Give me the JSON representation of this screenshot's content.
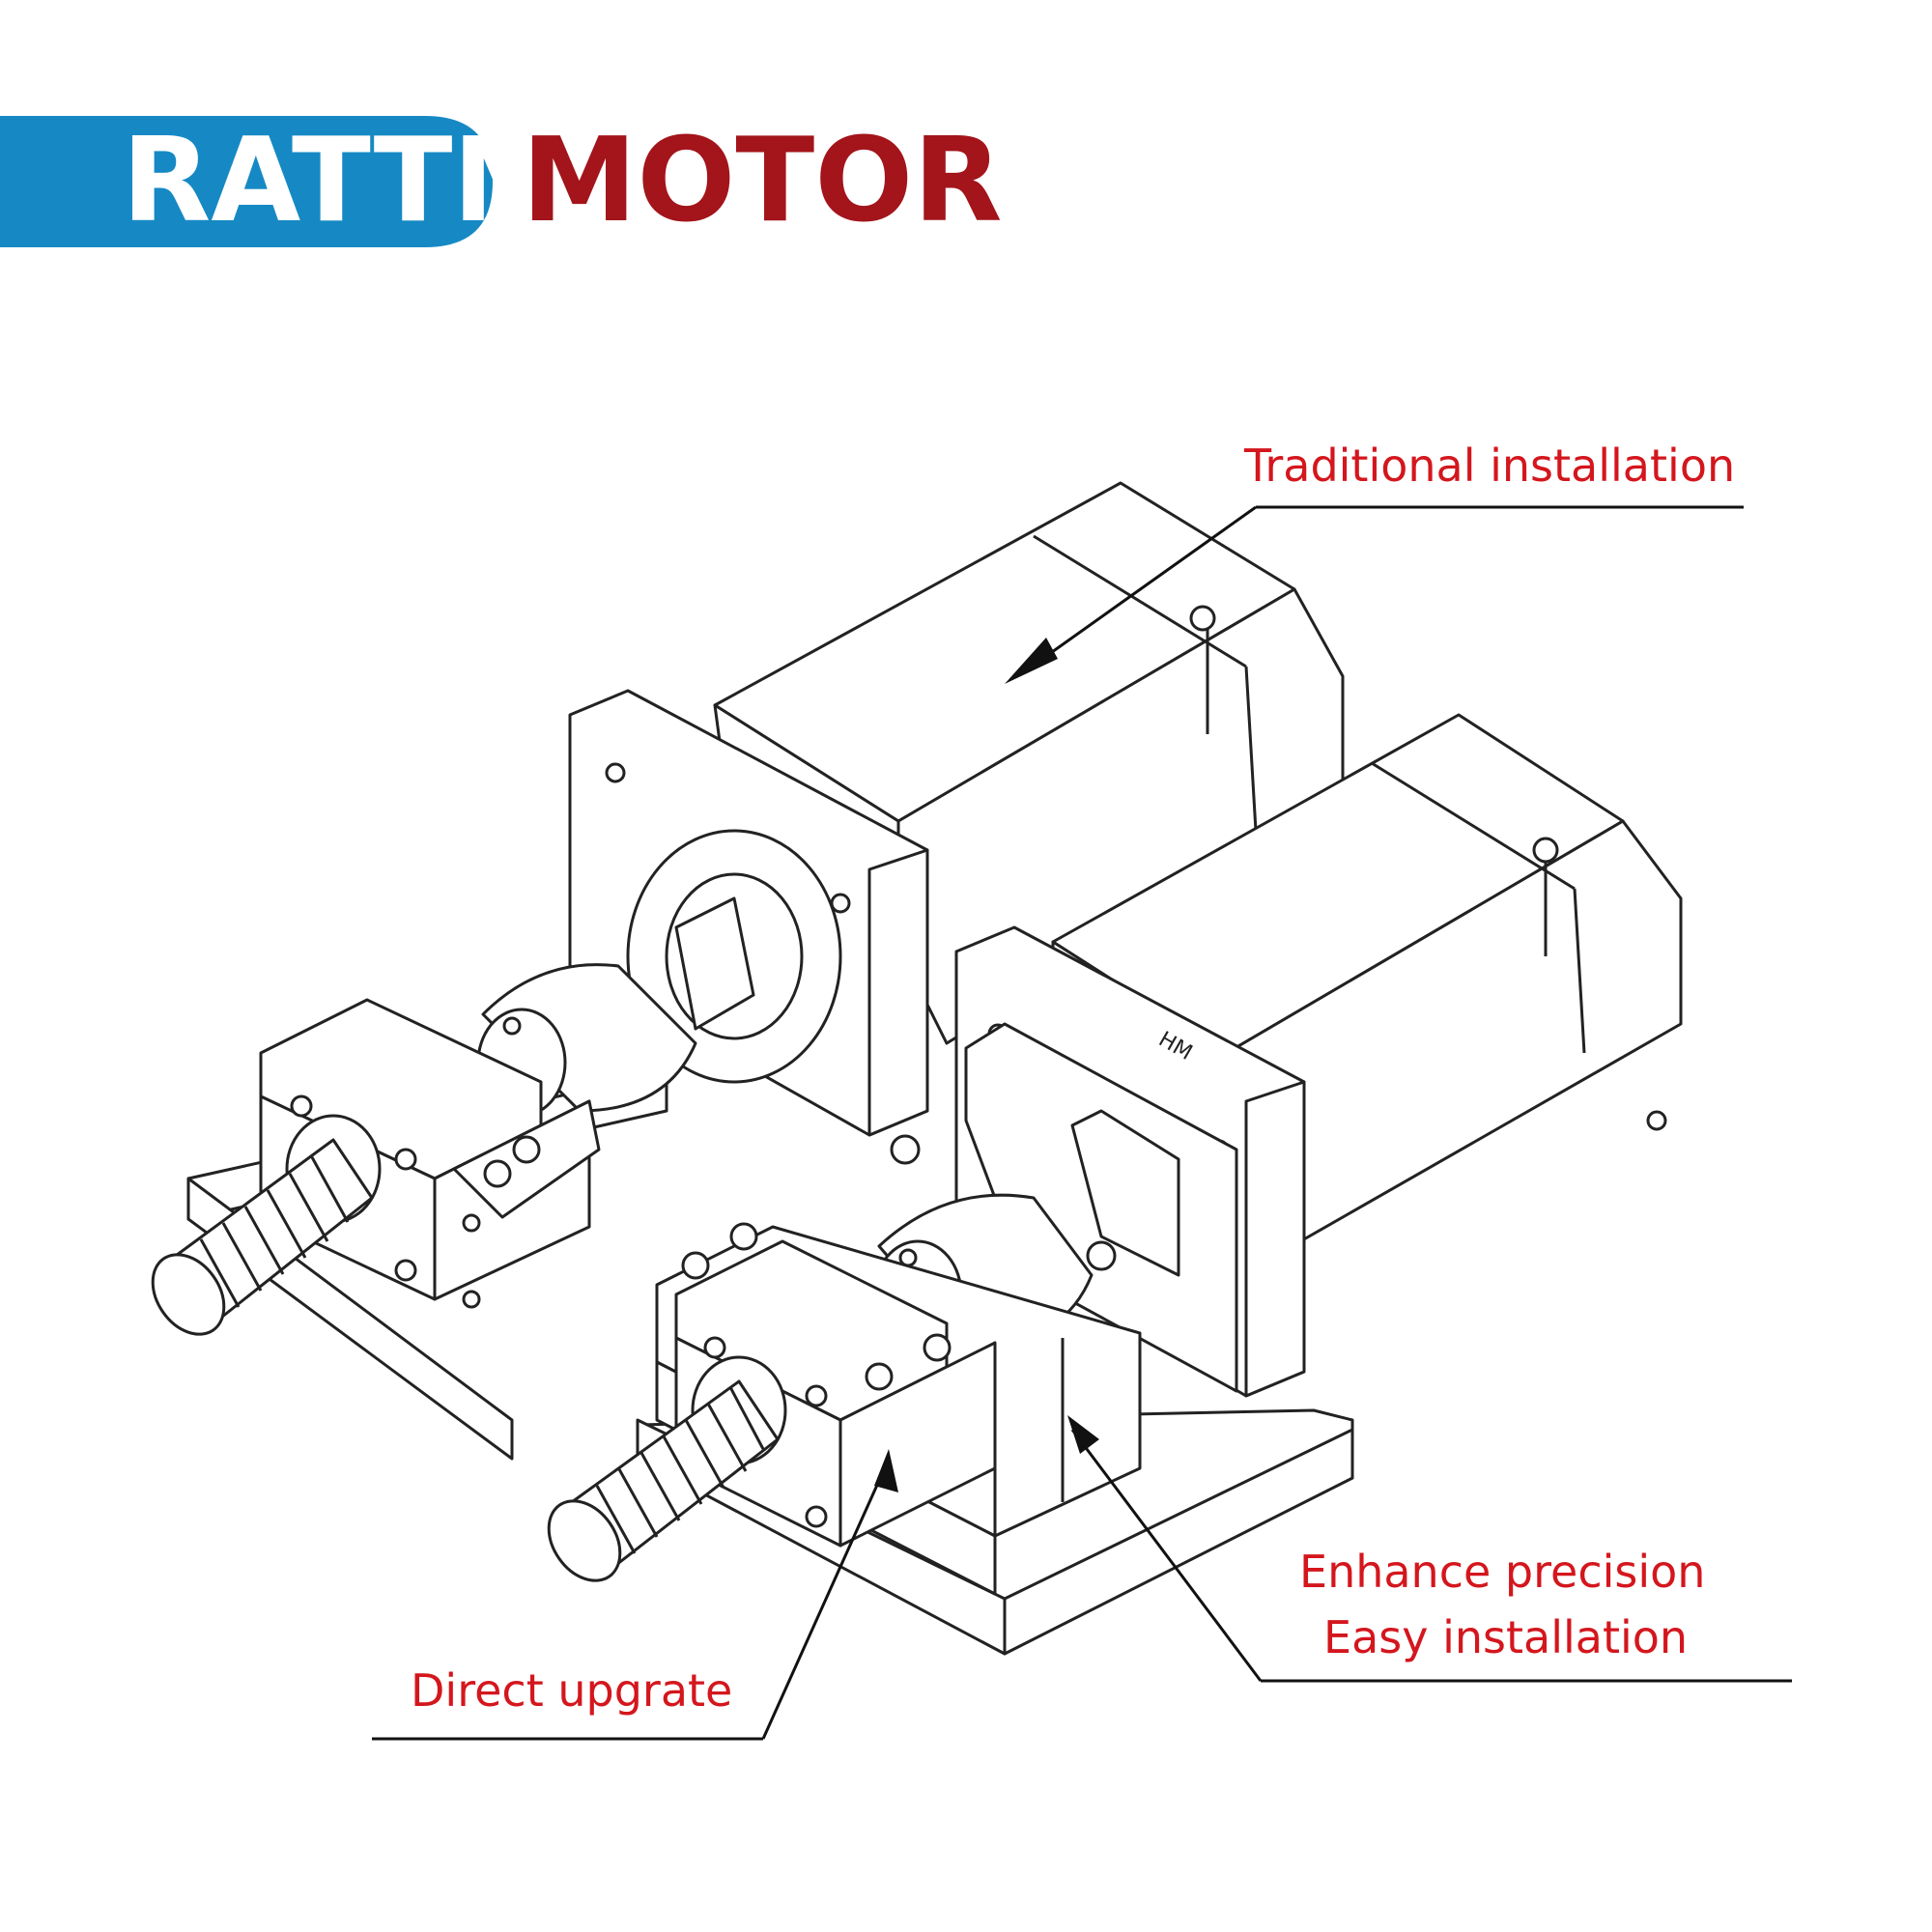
{
  "brand": {
    "badge_text": "RATTM",
    "word_text": "MOTOR",
    "badge_color": "#1689c4",
    "badge_text_color": "#ffffff",
    "word_color": "#a3141b"
  },
  "motor_label": "HM",
  "callouts": {
    "traditional": "Traditional installation",
    "enhance": "Enhance precision",
    "easy": "Easy installation",
    "direct": "Direct upgrate"
  },
  "colors": {
    "callout_text": "#d4161d",
    "line_art": "#222222",
    "part_fill": "#ffffff",
    "leader": "#111111"
  }
}
